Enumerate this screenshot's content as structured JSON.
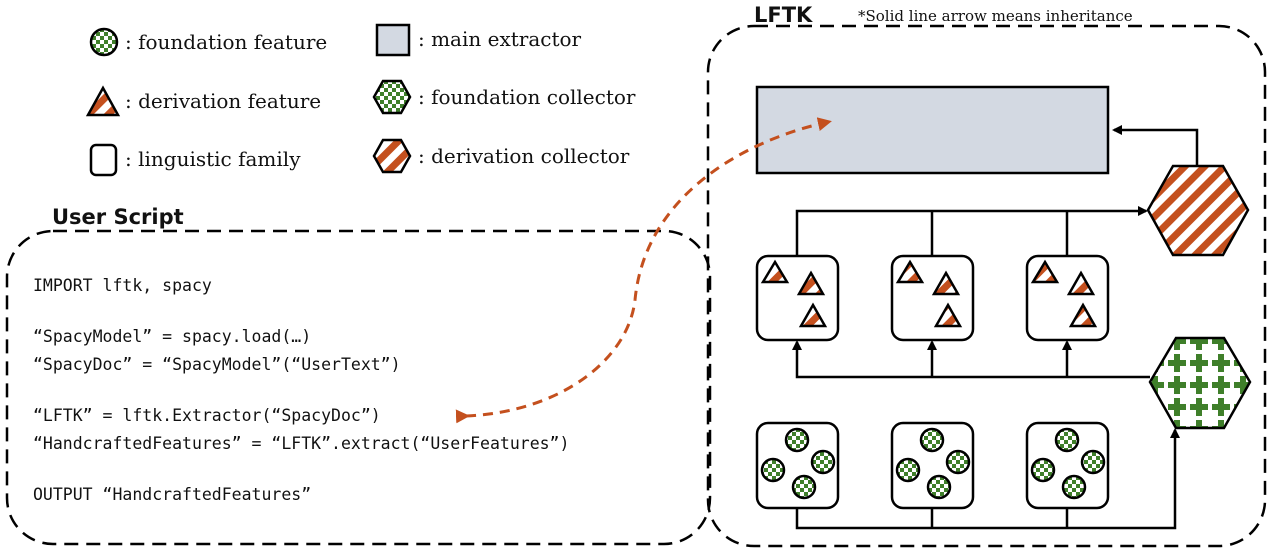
{
  "legend": {
    "foundation_feature": ": foundation feature",
    "derivation_feature": ": derivation feature",
    "linguistic_family": ": linguistic family",
    "main_extractor": ": main extractor",
    "foundation_collector": ": foundation collector",
    "derivation_collector": ": derivation collector"
  },
  "lftk": {
    "title": "LFTK",
    "note": "*Solid line arrow means inheritance"
  },
  "user_script": {
    "title": "User Script",
    "lines": [
      "IMPORT lftk, spacy",
      "“SpacyModel” = spacy.load(…)",
      "“SpacyDoc” = “SpacyModel”(“UserText”)",
      "“LFTK” = lftk.Extractor(“SpacyDoc”)",
      "“HandcraftedFeatures” = “LFTK”.extract(“UserFeatures”)",
      "OUTPUT “HandcraftedFeatures”"
    ]
  },
  "colors": {
    "foundation_green": "#3f7f2a",
    "derivation_orange": "#c4501e",
    "extractor_fill": "#d3d9e2",
    "outline": "#000000"
  }
}
